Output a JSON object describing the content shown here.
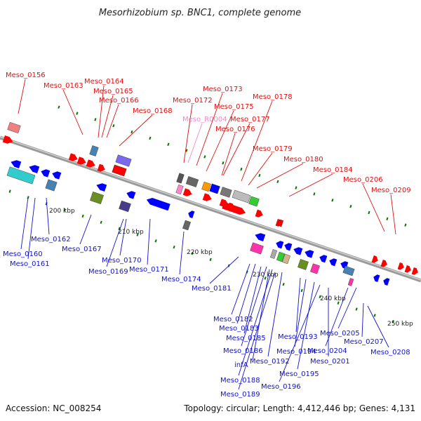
{
  "title": "Mesorhizobium sp. BNC1, complete genome",
  "footer": {
    "accession": "Accession: NC_008254",
    "topology": "Topology: circular; Length: 4,412,446 bp; Genes: 4,131"
  },
  "colors": {
    "upper_label": "#dd1111",
    "lower_label": "#1111cc",
    "rna_label": "#ee88cc",
    "plus_strand": "#ff0000",
    "minus_strand": "#0000ff",
    "tick": "#007700",
    "backbone": "#888888"
  },
  "ticks": [
    {
      "label": "200 kbp"
    },
    {
      "label": "210 kbp"
    },
    {
      "label": "220 kbp"
    },
    {
      "label": "230 kbp"
    },
    {
      "label": "240 kbp"
    },
    {
      "label": "250 kbp"
    }
  ],
  "upper_labels": [
    {
      "text": "Meso_0156"
    },
    {
      "text": "Meso_0163"
    },
    {
      "text": "Meso_0164"
    },
    {
      "text": "Meso_0165"
    },
    {
      "text": "Meso_0166"
    },
    {
      "text": "Meso_0168"
    },
    {
      "text": "Meso_0172"
    },
    {
      "text": "Meso_R0004"
    },
    {
      "text": "Meso_0173"
    },
    {
      "text": "Meso_0175"
    },
    {
      "text": "Meso_0176"
    },
    {
      "text": "Meso_0177"
    },
    {
      "text": "Meso_0178"
    },
    {
      "text": "Meso_0179"
    },
    {
      "text": "Meso_0180"
    },
    {
      "text": "Meso_0184"
    },
    {
      "text": "Meso_0206"
    },
    {
      "text": "Meso_0209"
    }
  ],
  "lower_labels": [
    {
      "text": "Meso_0160"
    },
    {
      "text": "Meso_0161"
    },
    {
      "text": "Meso_0162"
    },
    {
      "text": "Meso_0167"
    },
    {
      "text": "Meso_0169"
    },
    {
      "text": "Meso_0170"
    },
    {
      "text": "Meso_0171"
    },
    {
      "text": "Meso_0174"
    },
    {
      "text": "Meso_0181"
    },
    {
      "text": "Meso_0182"
    },
    {
      "text": "Meso_0183"
    },
    {
      "text": "Meso_0185"
    },
    {
      "text": "Meso_0186"
    },
    {
      "text": "infA"
    },
    {
      "text": "Meso_0188"
    },
    {
      "text": "Meso_0189"
    },
    {
      "text": "Meso_0192"
    },
    {
      "text": "Meso_0193"
    },
    {
      "text": "Meso_0194"
    },
    {
      "text": "Meso_0195"
    },
    {
      "text": "Meso_0196"
    },
    {
      "text": "Meso_0201"
    },
    {
      "text": "Meso_0204"
    },
    {
      "text": "Meso_0205"
    },
    {
      "text": "Meso_0207"
    },
    {
      "text": "Meso_0208"
    }
  ]
}
